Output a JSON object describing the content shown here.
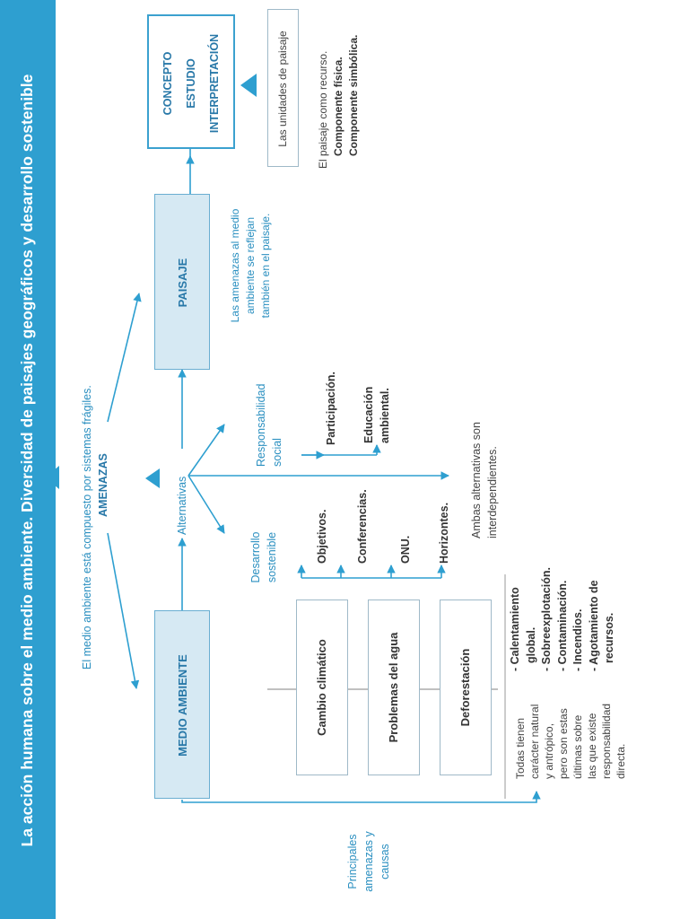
{
  "title": "La acción humana sobre el medio ambiente. Diversidad de paisajes geográficos y desarrollo sostenible",
  "nodes": {
    "medio_ambiente": "MEDIO AMBIENTE",
    "paisaje": "PAISAJE",
    "concepto": [
      "CONCEPTO",
      "ESTUDIO",
      "INTERPRETACIÓN"
    ],
    "unidades": "Las unidades de paisaje",
    "amenazas": "AMENAZAS",
    "alternativas": "Alternativas"
  },
  "notes": {
    "medio_compuesto": "El medio ambiente está compuesto por sistemas frágiles.",
    "amenazas_paisaje": [
      "Las amenazas al medio",
      "ambiente se reflejan",
      "también en el paisaje."
    ],
    "recurso_intro": "El paisaje como recurso.",
    "recurso_items": [
      "Componente física.",
      "Componente simbólica."
    ],
    "interdependientes": [
      "Ambas alternativas son",
      "interdependientes."
    ],
    "principales": [
      "Principales",
      "amenazas y",
      "causas"
    ],
    "caracter": [
      "Todas tienen",
      "carácter natural",
      "y antrópico,",
      "pero son estas",
      "últimas sobre",
      "las que existe",
      "responsabilidad",
      "directa."
    ]
  },
  "problems": [
    "Cambio climático",
    "Problemas del agua",
    "Deforestación"
  ],
  "desarrollo": {
    "label": [
      "Desarrollo",
      "sostenible"
    ],
    "items": [
      "Objetivos.",
      "Conferencias.",
      "ONU.",
      "Horizontes."
    ]
  },
  "responsabilidad": {
    "label": [
      "Responsabilidad",
      "social"
    ],
    "items": [
      [
        "Participación."
      ],
      [
        "Educación",
        "ambiental."
      ]
    ]
  },
  "causes": [
    [
      "- Calentamiento",
      "global."
    ],
    [
      "- Sobreexplotación."
    ],
    [
      "- Contaminación."
    ],
    [
      "- Incendios."
    ],
    [
      "- Agotamiento de",
      "recursos."
    ]
  ],
  "colors": {
    "accent": "#2e9fd0",
    "box_fill": "#d6e9f3",
    "text_dark": "#333333",
    "text_blue": "#2a8fc0"
  }
}
